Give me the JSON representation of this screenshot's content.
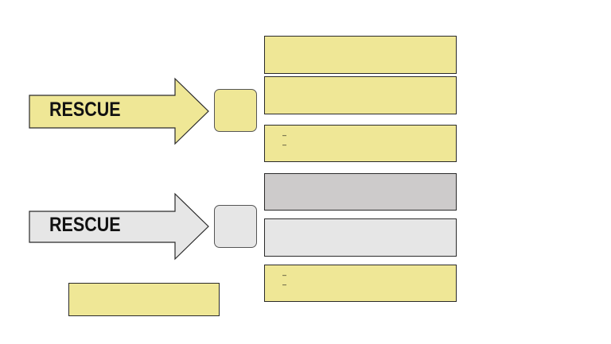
{
  "colors": {
    "yellow": "#EFE796",
    "light_gray": "#E6E6E6",
    "mid_gray": "#CDCBCB",
    "stroke": "#2a2a2a"
  },
  "arrows": [
    {
      "label": "RESCUE",
      "color": "yellow"
    },
    {
      "label": "RESCUE",
      "color": "light_gray"
    }
  ],
  "nodes": [
    {
      "color": "yellow"
    },
    {
      "color": "light_gray"
    }
  ],
  "panels": [
    {
      "color": "yellow",
      "marks": []
    },
    {
      "color": "yellow",
      "marks": []
    },
    {
      "color": "yellow",
      "marks": [
        "–",
        "–"
      ]
    },
    {
      "color": "mid_gray",
      "marks": []
    },
    {
      "color": "light_gray",
      "marks": []
    },
    {
      "color": "yellow",
      "marks": [
        "–",
        "–"
      ]
    }
  ],
  "legend_box": {
    "color": "yellow"
  }
}
